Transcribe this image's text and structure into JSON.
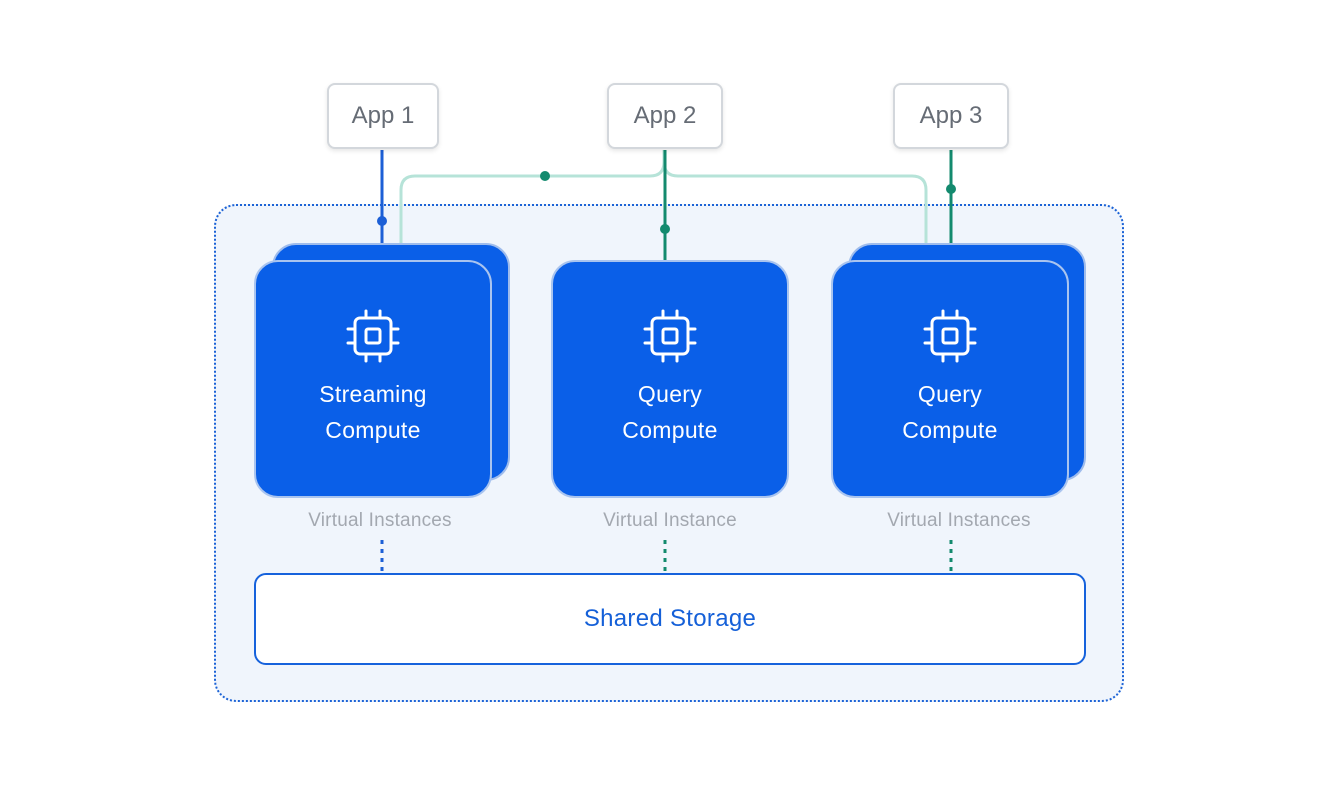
{
  "apps": [
    {
      "label": "App 1"
    },
    {
      "label": "App 2"
    },
    {
      "label": "App 3"
    }
  ],
  "computes": [
    {
      "line1": "Streaming",
      "line2": "Compute",
      "caption": "Virtual Instances",
      "stacked": true
    },
    {
      "line1": "Query",
      "line2": "Compute",
      "caption": "Virtual Instance",
      "stacked": false
    },
    {
      "line1": "Query",
      "line2": "Compute",
      "caption": "Virtual Instances",
      "stacked": true
    }
  ],
  "storage": {
    "label": "Shared Storage"
  },
  "colors": {
    "primary_blue": "#0a5fe8",
    "connector_blue": "#1c5fd6",
    "connector_green": "#138a6e",
    "connector_light_green": "#b6e3d8",
    "cluster_background": "#f0f5fc",
    "caption_gray": "#a3a8b0"
  },
  "icons": {
    "compute": "cpu-chip-icon"
  }
}
